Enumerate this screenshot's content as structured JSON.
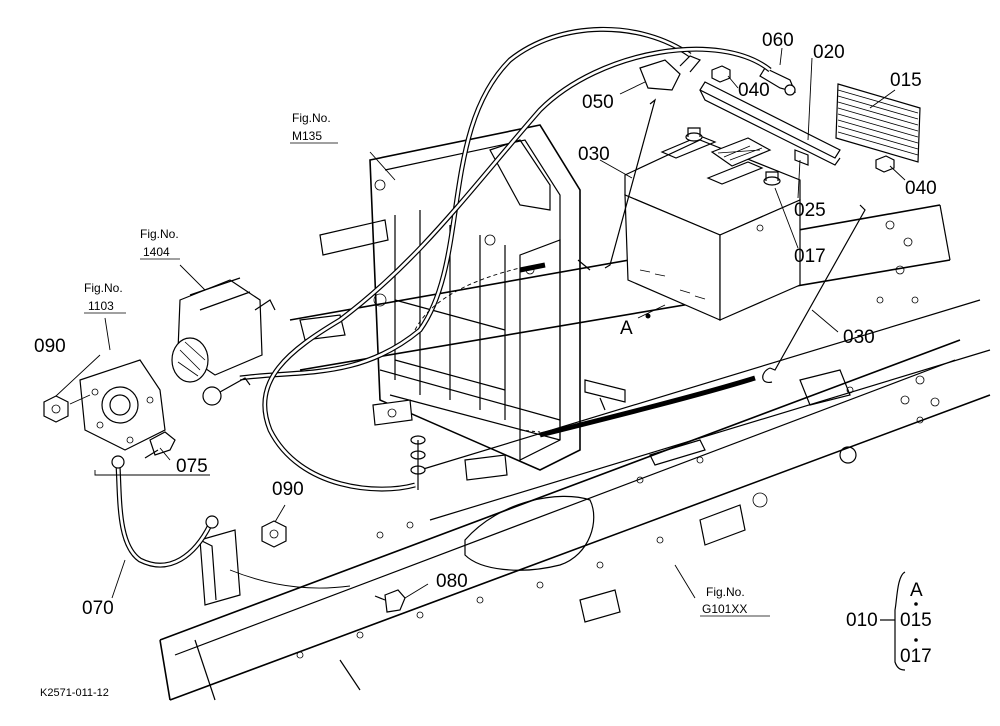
{
  "callouts": [
    {
      "key": "c060",
      "text": "060"
    },
    {
      "key": "c020",
      "text": "020"
    },
    {
      "key": "c015",
      "text": "015"
    },
    {
      "key": "c040a",
      "text": "040"
    },
    {
      "key": "c050",
      "text": "050"
    },
    {
      "key": "c030a",
      "text": "030"
    },
    {
      "key": "c040b",
      "text": "040"
    },
    {
      "key": "c025",
      "text": "025"
    },
    {
      "key": "c017",
      "text": "017"
    },
    {
      "key": "cA",
      "text": "A"
    },
    {
      "key": "c030b",
      "text": "030"
    },
    {
      "key": "c090a",
      "text": "090"
    },
    {
      "key": "c075",
      "text": "075"
    },
    {
      "key": "c090b",
      "text": "090"
    },
    {
      "key": "c080",
      "text": "080"
    },
    {
      "key": "c070",
      "text": "070"
    }
  ],
  "fig_refs": [
    {
      "key": "m135",
      "line1": "Fig.No.",
      "line2": "M135"
    },
    {
      "key": "f1404",
      "line1": "Fig.No.",
      "line2": "1404"
    },
    {
      "key": "f1103",
      "line1": "Fig.No.",
      "line2": "1103"
    },
    {
      "key": "g101",
      "line1": "Fig.No.",
      "line2": "G101XX"
    }
  ],
  "assembly": {
    "head": "A",
    "parent": "010",
    "items": [
      "015",
      "017"
    ]
  },
  "drawing_code": "K2571-011-12"
}
